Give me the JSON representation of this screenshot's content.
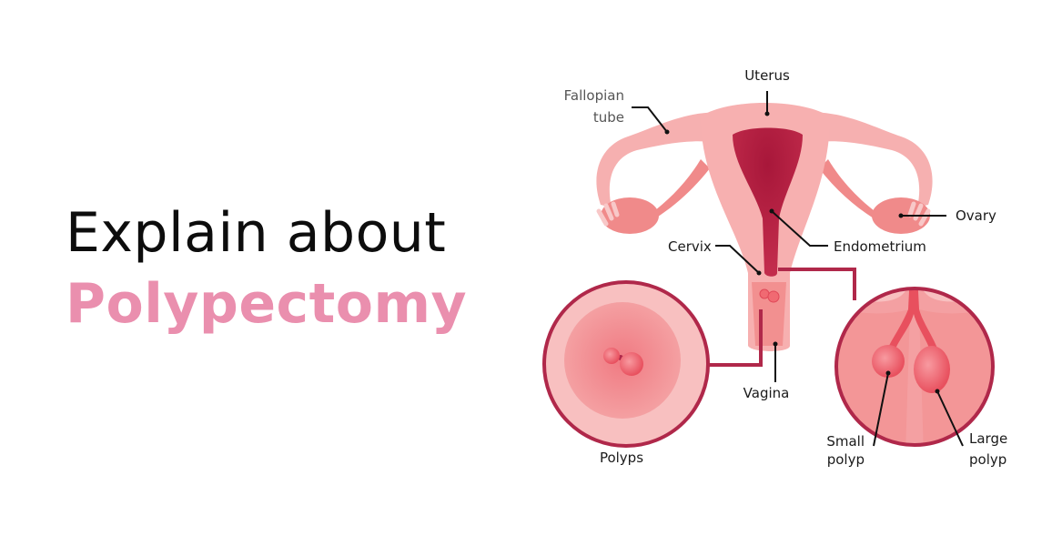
{
  "title": {
    "line1": "Explain about",
    "line2": "Polypectomy"
  },
  "diagram": {
    "labels": {
      "uterus": "Uterus",
      "fallopian_tube_1": "Fallopian",
      "fallopian_tube_2": "tube",
      "ovary": "Ovary",
      "cervix": "Cervix",
      "endometrium": "Endometrium",
      "vagina": "Vagina",
      "polyps": "Polyps",
      "small_polyp_1": "Small",
      "small_polyp_2": "polyp",
      "large_polyp_1": "Large",
      "large_polyp_2": "polyp"
    },
    "colors": {
      "title_pink": "#ea8fae",
      "tissue_light": "#f7b8b8",
      "tissue_mid": "#f29a9a",
      "endometrium": "#b8223f",
      "circle_border": "#b0284a",
      "polyp": "#f06a72"
    }
  }
}
